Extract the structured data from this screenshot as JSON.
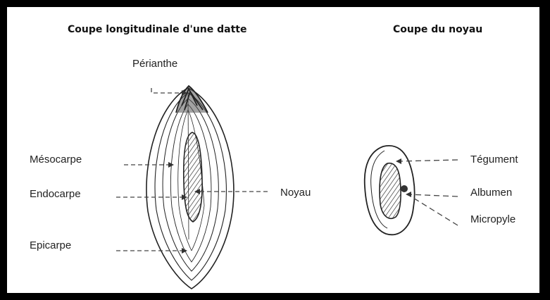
{
  "titles": {
    "left": "Coupe longitudinale d'une datte",
    "right": "Coupe du noyau"
  },
  "labels": {
    "perianthe": "Périanthe",
    "mesocarpe": "Mésocarpe",
    "endocarpe": "Endocarpe",
    "epicarpe": "Epicarpe",
    "noyau": "Noyau",
    "tegument": "Tégument",
    "albumen": "Albumen",
    "micropyle": "Micropyle"
  },
  "colors": {
    "ink": "#222222",
    "frame": "#000000",
    "paper": "#ffffff"
  }
}
